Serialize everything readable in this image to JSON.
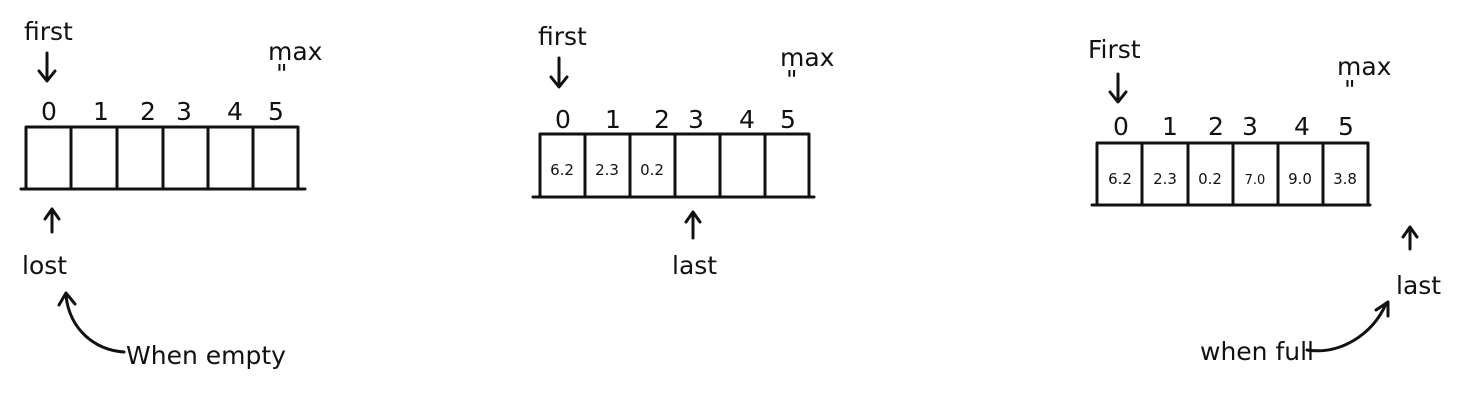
{
  "diagrams": [
    {
      "first_label": "first",
      "max_label": "max",
      "max_marker": "\"",
      "indices": [
        "0",
        "1",
        "2",
        "3",
        "4",
        "5"
      ],
      "cells": [
        "",
        "",
        "",
        "",
        "",
        ""
      ],
      "last_label": "lost",
      "note": "When empty"
    },
    {
      "first_label": "first",
      "max_label": "max",
      "max_marker": "\"",
      "indices": [
        "0",
        "1",
        "2",
        "3",
        "4",
        "5"
      ],
      "cells": [
        "6.2",
        "2.3",
        "0.2",
        "",
        "",
        ""
      ],
      "last_label": "last",
      "note": ""
    },
    {
      "first_label": "First",
      "max_label": "max",
      "max_marker": "\"",
      "indices": [
        "0",
        "1",
        "2",
        "3",
        "4",
        "5"
      ],
      "cells": [
        "6.2",
        "2.3",
        "0.2",
        "7.0",
        "9.0",
        "3.8"
      ],
      "last_label": "last",
      "note": "when full"
    }
  ]
}
